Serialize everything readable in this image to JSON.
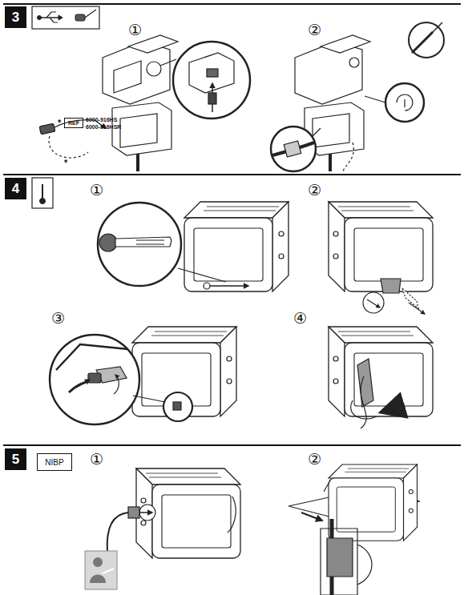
{
  "diagram": {
    "nodes": [
      {
        "text": [
          "3"
        ]
      },
      {
        "text": [
          "REF"
        ]
      },
      {
        "text": [
          "4"
        ]
      },
      {
        "text": [
          "5"
        ]
      },
      {
        "text": [
          "NIBP"
        ]
      }
    ],
    "labels": [
      "①",
      "*",
      "6000-916HS",
      "6000-916HSR",
      "*",
      "②",
      "①",
      "②",
      "③",
      "④",
      "①",
      "②"
    ]
  }
}
